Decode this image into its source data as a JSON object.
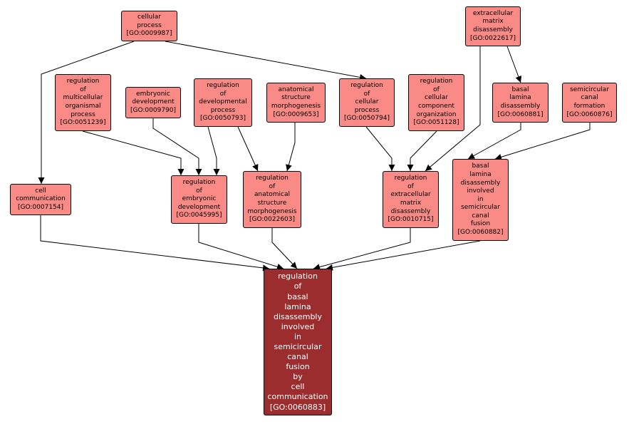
{
  "colors": {
    "node_fill": "#f98a86",
    "focus_fill": "#9b2d2e",
    "focus_text": "#ffffff",
    "edge": "#000000"
  },
  "nodes": [
    {
      "key": "GO0009987",
      "lines": [
        "cellular",
        "process",
        "[GO:0009987]"
      ]
    },
    {
      "key": "GO0022617",
      "lines": [
        "extracellular",
        "matrix",
        "disassembly",
        "[GO:0022617]"
      ]
    },
    {
      "key": "GO0051239",
      "lines": [
        "regulation",
        "of",
        "multicellular",
        "organismal",
        "process",
        "[GO:0051239]"
      ]
    },
    {
      "key": "GO0009790",
      "lines": [
        "embryonic",
        "development",
        "[GO:0009790]"
      ]
    },
    {
      "key": "GO0050793",
      "lines": [
        "regulation",
        "of",
        "developmental",
        "process",
        "[GO:0050793]"
      ]
    },
    {
      "key": "GO0009653",
      "lines": [
        "anatomical",
        "structure",
        "morphogenesis",
        "[GO:0009653]"
      ]
    },
    {
      "key": "GO0050794",
      "lines": [
        "regulation",
        "of",
        "cellular",
        "process",
        "[GO:0050794]"
      ]
    },
    {
      "key": "GO0051128",
      "lines": [
        "regulation",
        "of",
        "cellular",
        "component",
        "organization",
        "[GO:0051128]"
      ]
    },
    {
      "key": "GO0060881",
      "lines": [
        "basal",
        "lamina",
        "disassembly",
        "[GO:0060881]"
      ]
    },
    {
      "key": "GO0060876",
      "lines": [
        "semicircular",
        "canal",
        "formation",
        "[GO:0060876]"
      ]
    },
    {
      "key": "GO0007154",
      "lines": [
        "cell",
        "communication",
        "[GO:0007154]"
      ]
    },
    {
      "key": "GO0045995",
      "lines": [
        "regulation",
        "of",
        "embryonic",
        "development",
        "[GO:0045995]"
      ]
    },
    {
      "key": "GO0022603",
      "lines": [
        "regulation",
        "of",
        "anatomical",
        "structure",
        "morphogenesis",
        "[GO:0022603]"
      ]
    },
    {
      "key": "GO0010715",
      "lines": [
        "regulation",
        "of",
        "extracellular",
        "matrix",
        "disassembly",
        "[GO:0010715]"
      ]
    },
    {
      "key": "GO0060882",
      "lines": [
        "basal",
        "lamina",
        "disassembly",
        "involved",
        "in",
        "semicircular",
        "canal",
        "fusion",
        "[GO:0060882]"
      ]
    },
    {
      "key": "GO0060883",
      "focus": true,
      "lines": [
        "regulation",
        "of",
        "basal",
        "lamina",
        "disassembly",
        "involved",
        "in",
        "semicircular",
        "canal",
        "fusion",
        "by",
        "cell",
        "communication",
        "[GO:0060883]"
      ]
    }
  ],
  "edges": [
    [
      "GO0009987",
      "GO0007154"
    ],
    [
      "GO0009987",
      "GO0050794"
    ],
    [
      "GO0022617",
      "GO0060881"
    ],
    [
      "GO0022617",
      "GO0010715"
    ],
    [
      "GO0051239",
      "GO0045995"
    ],
    [
      "GO0009790",
      "GO0045995"
    ],
    [
      "GO0050793",
      "GO0045995"
    ],
    [
      "GO0050793",
      "GO0022603"
    ],
    [
      "GO0009653",
      "GO0022603"
    ],
    [
      "GO0050794",
      "GO0010715"
    ],
    [
      "GO0051128",
      "GO0010715"
    ],
    [
      "GO0060881",
      "GO0060882"
    ],
    [
      "GO0060876",
      "GO0060882"
    ],
    [
      "GO0007154",
      "GO0060883"
    ],
    [
      "GO0045995",
      "GO0060883"
    ],
    [
      "GO0022603",
      "GO0060883"
    ],
    [
      "GO0010715",
      "GO0060883"
    ],
    [
      "GO0060882",
      "GO0060883"
    ]
  ]
}
